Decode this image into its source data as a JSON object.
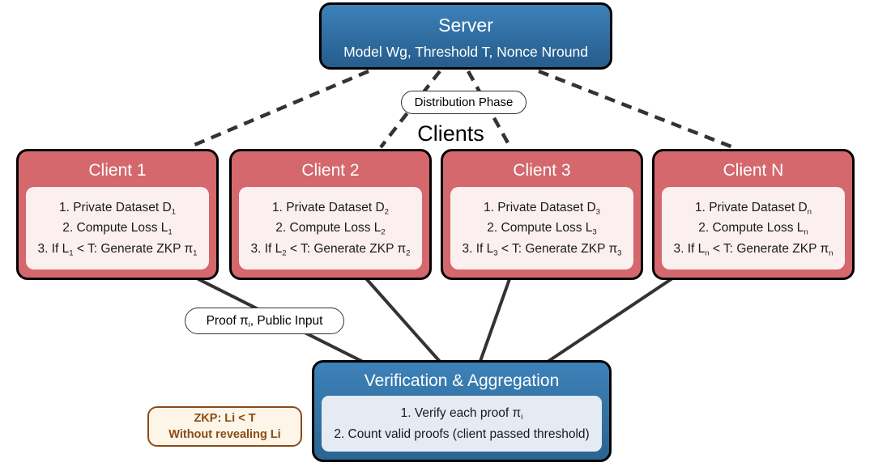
{
  "server": {
    "title": "Server",
    "subtitle": "Model Wg, Threshold T, Nonce Nround",
    "fill_top": "#3d82ba",
    "fill_bottom": "#265d8c"
  },
  "labels": {
    "distribution_phase": "Distribution Phase",
    "proof_public_input": "Proof πi, Public Input",
    "clients_heading": "Clients"
  },
  "clients": {
    "fill": "#d4686d",
    "body_fill": "#fbf0ef",
    "items": [
      {
        "title": "Client 1",
        "lines": [
          "1. Private Dataset D₁",
          "2. Compute Loss L₁",
          "3. If L₁ < T: Generate ZKP π₁"
        ],
        "sub": "1"
      },
      {
        "title": "Client 2",
        "lines": [
          "1. Private Dataset D₂",
          "2. Compute Loss L₂",
          "3. If L₂ < T: Generate ZKP π₂"
        ],
        "sub": "2"
      },
      {
        "title": "Client 3",
        "lines": [
          "1. Private Dataset D₃",
          "2. Compute Loss L₃",
          "3. If L₃ < T: Generate ZKP π₃"
        ],
        "sub": "3"
      },
      {
        "title": "Client N",
        "lines": [
          "1. Private Dataset Dₙ",
          "2. Compute Loss Lₙ",
          "3. If Lₙ < T: Generate ZKP πₙ"
        ],
        "sub": "n"
      }
    ]
  },
  "verification": {
    "title": "Verification & Aggregation",
    "fill": "#31709f",
    "body_fill": "#e5ebf3",
    "lines": [
      "1. Verify each proof πi",
      "2. Count valid proofs (client passed threshold)"
    ]
  },
  "zkp_legend": {
    "line1": "ZKP: Li < T",
    "line2": "Without revealing Li",
    "border_color": "#8a4b17",
    "fill": "#fdf6e8"
  },
  "edges": {
    "dashed_color": "#333333",
    "solid_color": "#333333",
    "dashed_label": "Distribution Phase",
    "solid_label": "Proof πi, Public Input"
  }
}
